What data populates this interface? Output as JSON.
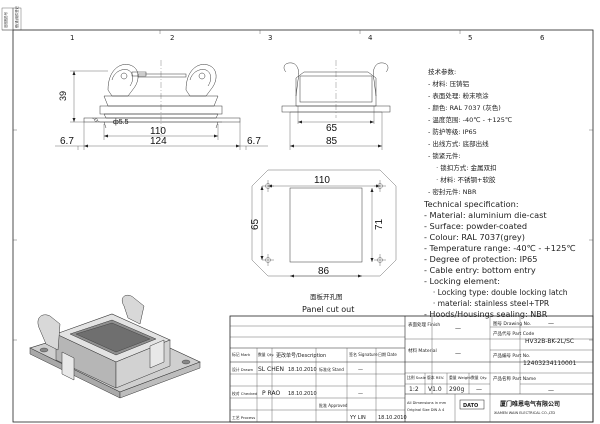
{
  "zone_numbers": [
    "1",
    "2",
    "3",
    "4",
    "5",
    "6"
  ],
  "left_strip": [
    "旧底图总号",
    "借(通)用件登记",
    "旧底图总号",
    "底图总号",
    "签字",
    "日期"
  ],
  "front_view": {
    "dims": {
      "height": "39",
      "hole": "ф5.5",
      "inner": "110",
      "outer": "124",
      "flange_left": "6.7",
      "flange_right": "6.7"
    }
  },
  "side_view": {
    "dims": {
      "inner": "65",
      "outer": "85"
    }
  },
  "cutout": {
    "dims": {
      "top": "110",
      "left": "65",
      "right": "71",
      "bottom": "86"
    },
    "caption_cn": "面板开孔图",
    "caption_en": "Panel cut out"
  },
  "spec_cn": [
    "技术参数:",
    "- 材料: 压铸铝",
    "- 表面处理: 粉末喷涂",
    "- 颜色: RAL 7037 (灰色)",
    "- 温度范围: -40℃ - +125℃",
    "- 防护等级: IP65",
    "- 出线方式: 底部出线",
    "- 锁紧元件:",
    "  · 锁扣方式: 金属双扣",
    "  · 材料: 不锈钢+软胶",
    "- 密封元件: NBR"
  ],
  "spec_en": [
    "Technical specification:",
    "- Material: aluminium die-cast",
    "- Surface: powder-coated",
    "- Colour: RAL 7037(grey)",
    "- Temperature range: -40℃ - +125℃",
    "- Degree of protection: IP65",
    "- Cable entry: bottom entry",
    "- Locking element:",
    "  · Locking type: double locking latch",
    "  · material: stainless steel+TPR",
    "- Hoods/Housings sealing: NBR"
  ],
  "title_block": {
    "finish_label": "表面处理 Finish",
    "finish_value": "—",
    "drawing_no_label": "图号 Drawing No.",
    "drawing_no_value": "—",
    "material_label": "材料 Material",
    "material_value": "—",
    "part_code_label": "产品代号 Part Code",
    "part_code_value": "HV32B-BK-2L/SC",
    "part_no_label": "产品编号 Part No.",
    "part_no_value": "12403234110001",
    "part_name_label": "产品名称 Part Name",
    "part_name_value": "—",
    "scale_label": "比例 Scale",
    "scale_value": "1:2",
    "rev_label": "版本 REV.",
    "rev_value": "V1.0",
    "weight_label": "重量 Weight",
    "weight_value": "290g",
    "qty_label": "数量 Qty.",
    "qty_value": "—",
    "dims_note_1": "All Dimensions in mm",
    "dims_note_2": "Original Size DIN A 4",
    "logo": "DATO",
    "company_cn": "厦门唯恩电气有限公司",
    "company_en": "XIAMEN WAIN ELECTRICAL CO.,LTD",
    "hdr_mark": "标记 Mark",
    "hdr_qty": "数量 Qty.",
    "hdr_change": "更改单号/Description",
    "hdr_sign": "签名 Signature",
    "hdr_date": "日期 Date",
    "drawn_label": "设计 Drawn",
    "drawn_name": "SL CHEN",
    "drawn_date": "18.10.2010",
    "drawn_stamp": "标准化 Stand",
    "checked_label": "校对 Checked",
    "checked_name": "P RAO",
    "checked_date": "18.10.2010",
    "process_label": "工艺 Process",
    "approved_label": "批准 Approved",
    "approved_name": "YY LIN",
    "approved_date": "18.10.2010",
    "dash": "—"
  }
}
